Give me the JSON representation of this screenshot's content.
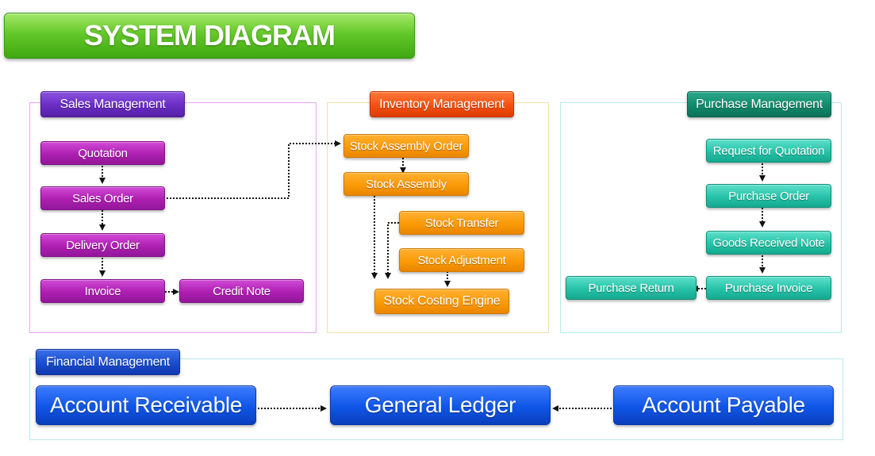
{
  "title": "SYSTEM DIAGRAM",
  "colors": {
    "title_green": "#5cc525",
    "sales_purple": "#ad1fb1",
    "inventory_orange": "#fb9a07",
    "purchase_teal": "#26c2a8",
    "financial_blue": "#0f55e6"
  },
  "sales": {
    "header": "Sales Management",
    "quotation": "Quotation",
    "sales_order": "Sales Order",
    "delivery_order": "Delivery Order",
    "invoice": "Invoice",
    "credit_note": "Credit Note"
  },
  "inventory": {
    "header": "Inventory Management",
    "stock_assembly_order": "Stock Assembly Order",
    "stock_assembly": "Stock Assembly",
    "stock_transfer": "Stock Transfer",
    "stock_adjustment": "Stock Adjustment",
    "stock_costing_engine": "Stock Costing Engine"
  },
  "purchase": {
    "header": "Purchase Management",
    "request_for_quotation": "Request for Quotation",
    "purchase_order": "Purchase Order",
    "goods_received_note": "Goods Received Note",
    "purchase_invoice": "Purchase Invoice",
    "purchase_return": "Purchase Return"
  },
  "financial": {
    "header": "Financial Management",
    "account_receivable": "Account Receivable",
    "general_ledger": "General Ledger",
    "account_payable": "Account Payable"
  }
}
